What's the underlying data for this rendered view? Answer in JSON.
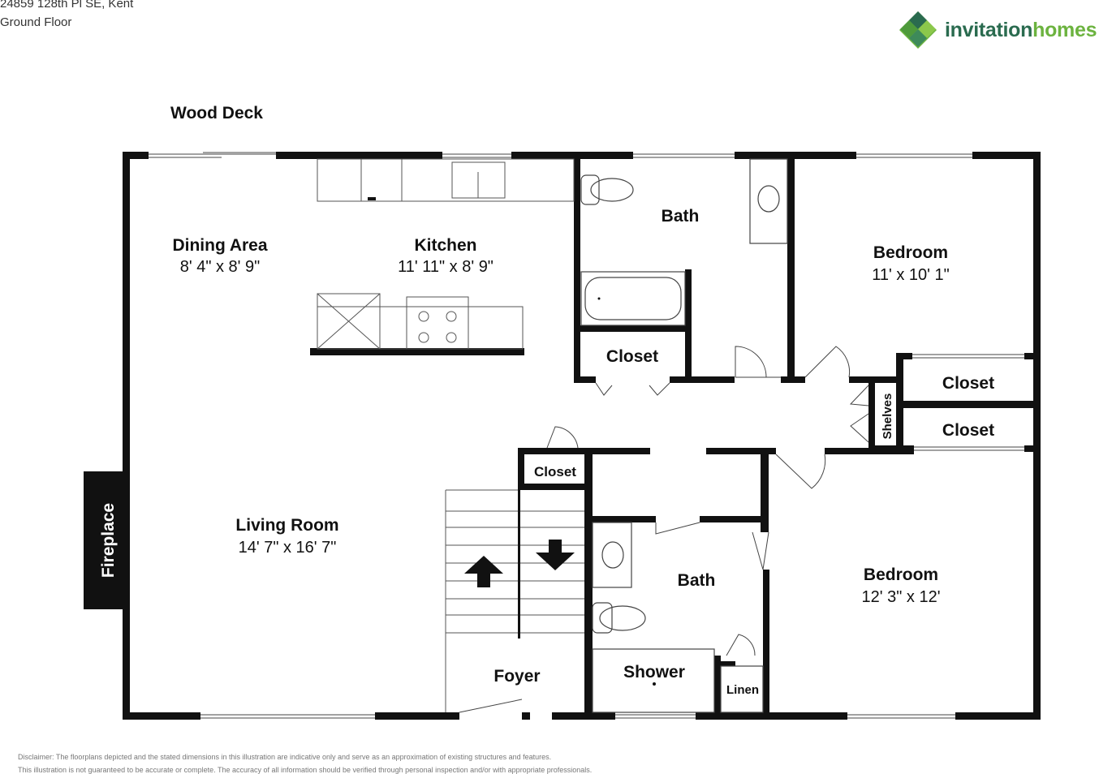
{
  "header": {
    "address": "24859 128th Pl SE, Kent",
    "floor": "Ground Floor"
  },
  "brand": {
    "logo": "invitation-homes-logo",
    "name_part1": "invitation",
    "name_part2": "homes",
    "colors": {
      "dark_green": "#2a6b4f",
      "light_green": "#6cb33f"
    }
  },
  "labels": {
    "wood_deck": "Wood Deck",
    "fireplace": "Fireplace",
    "shelves": "Shelves"
  },
  "rooms": {
    "dining": {
      "name": "Dining Area",
      "dims": "8' 4\" x 8' 9\""
    },
    "kitchen": {
      "name": "Kitchen",
      "dims": "11' 11\" x 8' 9\""
    },
    "bath_top": {
      "name": "Bath"
    },
    "bedroom_top": {
      "name": "Bedroom",
      "dims": "11' x 10' 1\""
    },
    "closet_hall": {
      "name": "Closet"
    },
    "closet_right1": {
      "name": "Closet"
    },
    "closet_right2": {
      "name": "Closet"
    },
    "closet_small": {
      "name": "Closet"
    },
    "living": {
      "name": "Living Room",
      "dims": "14' 7\" x 16' 7\""
    },
    "bath_bottom": {
      "name": "Bath"
    },
    "bedroom_bottom": {
      "name": "Bedroom",
      "dims": "12' 3\" x 12'"
    },
    "foyer": {
      "name": "Foyer"
    },
    "shower": {
      "name": "Shower"
    },
    "linen": {
      "name": "Linen"
    }
  },
  "disclaimer": {
    "line1": "Disclaimer: The floorplans depicted and the stated dimensions in this illustration are indicative only and serve as an approximation of existing structures and features.",
    "line2": "This illustration is not guaranteed to be accurate or complete. The accuracy of all information should be verified through personal inspection and/or with appropriate professionals."
  }
}
